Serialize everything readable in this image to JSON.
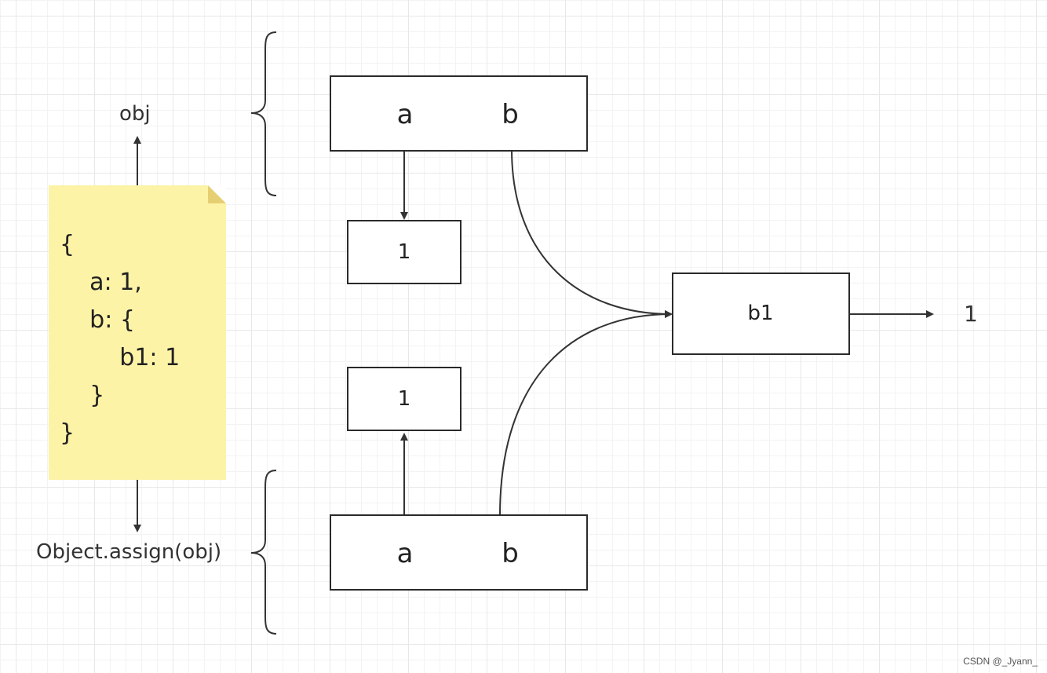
{
  "labels": {
    "obj": "obj",
    "assign": "Object.assign(obj)",
    "value_right": "1"
  },
  "note": {
    "code": "{\n    a: 1,\n    b: {\n        b1: 1\n    }\n}"
  },
  "boxes": {
    "obj_prop_a": "a",
    "obj_prop_b": "b",
    "copy_prop_a": "a",
    "copy_prop_b": "b",
    "top_value": "1",
    "bottom_value": "1",
    "b1": "b1"
  },
  "watermark": "CSDN @_Jyann_"
}
